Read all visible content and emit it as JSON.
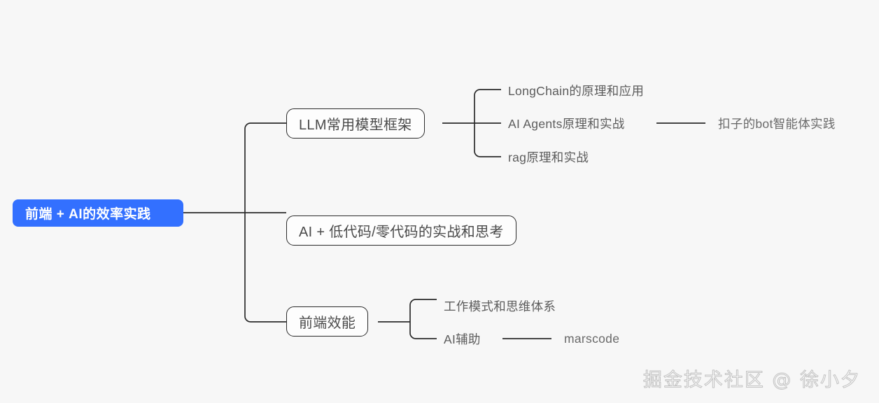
{
  "diagram": {
    "type": "mindmap",
    "background_color": "#f7f7f7",
    "root": {
      "label": "前端 + AI的效率实践",
      "fill_color": "#3370ff",
      "text_color": "#ffffff"
    },
    "branches": [
      {
        "label": "LLM常用模型框架",
        "children": [
          {
            "label": "LongChain的原理和应用",
            "children": []
          },
          {
            "label": "AI Agents原理和实战",
            "children": [
              {
                "label": "扣子的bot智能体实践"
              }
            ]
          },
          {
            "label": "rag原理和实战",
            "children": []
          }
        ]
      },
      {
        "label": "AI + 低代码/零代码的实战和思考",
        "children": []
      },
      {
        "label": "前端效能",
        "children": [
          {
            "label": "工作模式和思维体系",
            "children": []
          },
          {
            "label": "AI辅助",
            "children": [
              {
                "label": "marscode"
              }
            ]
          }
        ]
      }
    ]
  },
  "watermark": {
    "text": "掘金技术社区 @ 徐小夕"
  }
}
